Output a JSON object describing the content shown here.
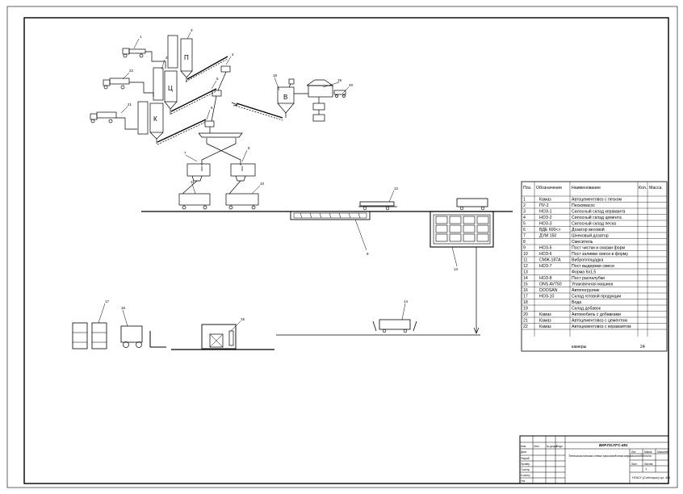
{
  "drawing": {
    "labels": {
      "silo_p": "П",
      "silo_ts": "Ц",
      "silo_k": "К",
      "mixer_v": "В"
    },
    "callouts": [
      "1",
      "2",
      "3",
      "4",
      "5",
      "6",
      "7",
      "8",
      "9",
      "10",
      "11",
      "12",
      "13",
      "14",
      "15",
      "16",
      "17",
      "18",
      "19",
      "20",
      "21",
      "22"
    ]
  },
  "spec_table": {
    "headers": [
      "Поз.",
      "Обозначение",
      "Наименование",
      "Кол.",
      "Масса"
    ],
    "rows": [
      {
        "pos": "1",
        "des": "Камаз",
        "name": "Автоцементовоз с песком",
        "qty": ""
      },
      {
        "pos": "2",
        "des": "ПУ-2",
        "name": "Пескомасос",
        "qty": ""
      },
      {
        "pos": "3",
        "des": "НОЗ-1",
        "name": "Силосный склад керамзита",
        "qty": ""
      },
      {
        "pos": "4",
        "des": "НОЗ-2",
        "name": "Силосный склад цемента",
        "qty": ""
      },
      {
        "pos": "5",
        "des": "НОЗ-3",
        "name": "Силосный склад песка",
        "qty": ""
      },
      {
        "pos": "6",
        "des": "ВДЕ 600<>",
        "name": "Дозатор весовой",
        "qty": ""
      },
      {
        "pos": "7",
        "des": "ДУМ 150",
        "name": "Шнековый дозатор",
        "qty": ""
      },
      {
        "pos": "8",
        "des": "",
        "name": "Смеситель",
        "qty": ""
      },
      {
        "pos": "9",
        "des": "НОЗ-5",
        "name": "Пост чистки и смазки форм",
        "qty": ""
      },
      {
        "pos": "10",
        "des": "НОЗ-6",
        "name": "Пост заливки смеси в форму",
        "qty": ""
      },
      {
        "pos": "11",
        "des": "СМЖ-187А",
        "name": "Виброплощадка",
        "qty": ""
      },
      {
        "pos": "12",
        "des": "НОЗ-7",
        "name": "Пост выдержки смеси",
        "qty": ""
      },
      {
        "pos": "13",
        "des": "",
        "name": "Форма 6х1,5",
        "qty": ""
      },
      {
        "pos": "14",
        "des": "НОЗ-8",
        "name": "Пост распалубки",
        "qty": ""
      },
      {
        "pos": "15",
        "des": "ONS AV750",
        "name": "Упаковочная машина",
        "qty": ""
      },
      {
        "pos": "16",
        "des": "DOOSAN",
        "name": "Автопогрузчик",
        "qty": ""
      },
      {
        "pos": "17",
        "des": "НОЗ-10",
        "name": "Склад готовой продукции",
        "qty": ""
      },
      {
        "pos": "18",
        "des": "",
        "name": "Вода",
        "qty": ""
      },
      {
        "pos": "19",
        "des": "",
        "name": "Склад добавок",
        "qty": ""
      },
      {
        "pos": "20",
        "des": "Камаз",
        "name": "Автомобиль с добавками",
        "qty": ""
      },
      {
        "pos": "21",
        "des": "Камаз",
        "name": "Автоцементовоз с цементом",
        "qty": ""
      },
      {
        "pos": "22",
        "des": "Камаз",
        "name": "Автоцементовоз с керамзитом",
        "qty": ""
      }
    ],
    "footer": {
      "name": "камеры",
      "qty": "24"
    }
  },
  "title_block": {
    "code": "ВКР.ПЗ.ПГС-491",
    "title": "Технологическая схема производства керамзитобетона",
    "org": "НГАСУ (Сибстрин) гр. 491",
    "left_labels": [
      "Изм.",
      "Лист",
      "№ докум.",
      "Подп.",
      "Дата",
      "Разраб.",
      "Провер.",
      "Т.контр.",
      "Н.контр.",
      "Утв."
    ],
    "right_labels": [
      "Лит.",
      "Масса",
      "Масштаб",
      "Лист",
      "Листов"
    ],
    "sheet": "1"
  }
}
